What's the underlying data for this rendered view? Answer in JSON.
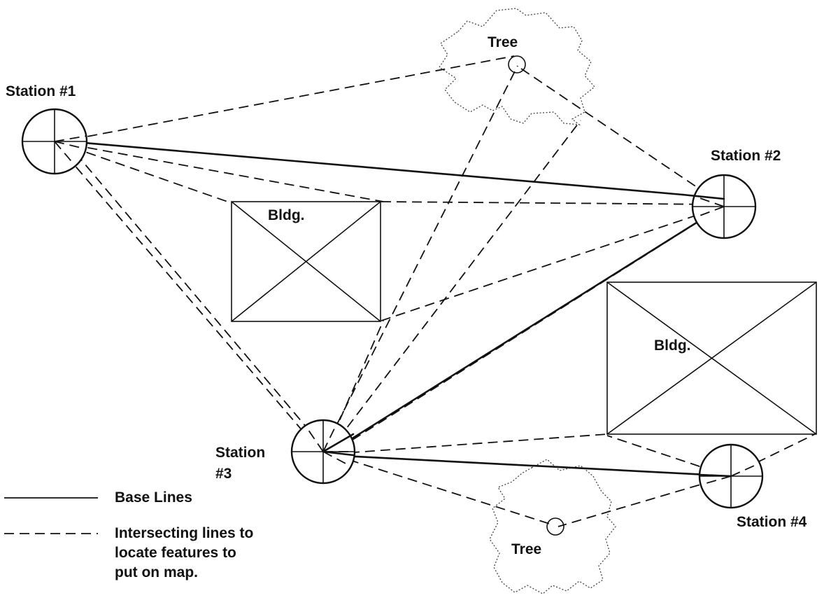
{
  "stations": {
    "s1": "Station #1",
    "s2": "Station #2",
    "s3_line1": "Station",
    "s3_line2": "#3",
    "s4": "Station #4"
  },
  "features": {
    "tree_top": "Tree",
    "tree_bottom": "Tree",
    "bldg_left": "Bldg.",
    "bldg_right": "Bldg."
  },
  "legend": {
    "base_lines": "Base Lines",
    "intersect_line1": "Intersecting lines to",
    "intersect_line2": "locate features to",
    "intersect_line3": "put on map."
  }
}
